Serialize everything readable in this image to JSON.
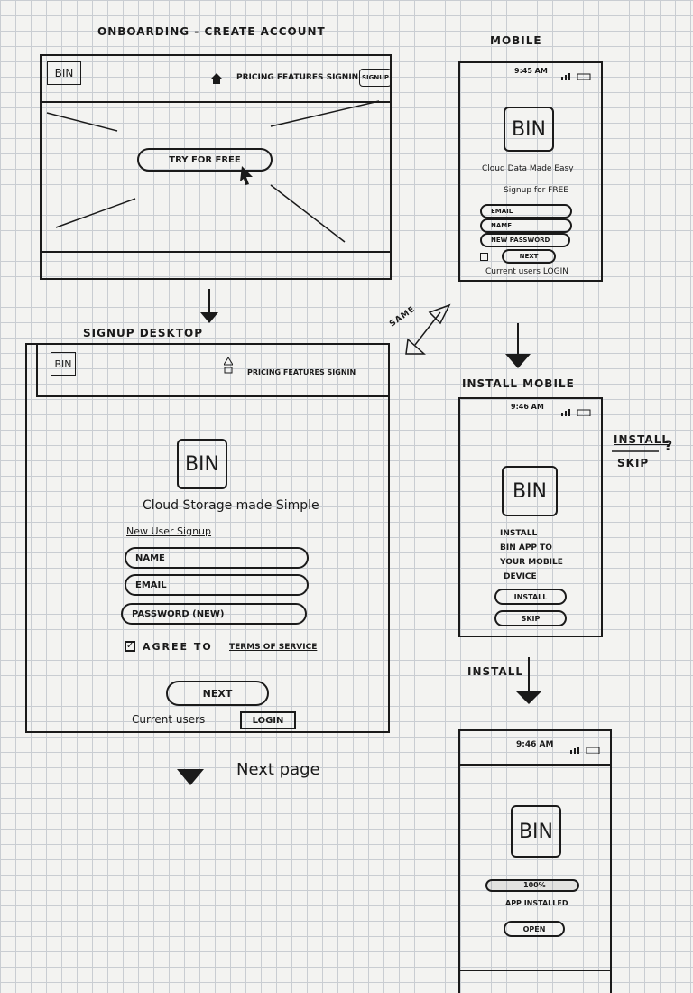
{
  "titles": {
    "main": "ONBOARDING - CREATE ACCOUNT",
    "mobile": "MOBILE",
    "signup_desktop": "SIGNUP DESKTOP",
    "install_mobile": "INSTALL MOBILE",
    "install_arrow": "INSTALL",
    "next_page": "Next page",
    "same": "SAME"
  },
  "landing": {
    "logo": "BIN",
    "nav": "PRICING  FEATURES  SIGNIN",
    "signup_btn": "SIGNUP",
    "cta": "TRY FOR FREE"
  },
  "mobile_signup": {
    "time": "9:45 AM",
    "logo": "BIN",
    "tagline": "Cloud Data Made Easy",
    "signup_heading": "Signup for FREE",
    "fields": [
      "EMAIL",
      "NAME",
      "NEW PASSWORD"
    ],
    "next": "NEXT",
    "footer": "Current users LOGIN"
  },
  "desktop_signup": {
    "logo_small": "BIN",
    "nav": "PRICING  FEATURES  SIGNIN",
    "logo": "BIN",
    "tagline": "Cloud Storage made Simple",
    "heading": "New User Signup",
    "fields": [
      "NAME",
      "EMAIL",
      "PASSWORD (NEW)"
    ],
    "agree_prefix": "AGREE TO",
    "terms": "TERMS OF SERVICE",
    "next": "NEXT",
    "current_users": "Current users",
    "login": "LOGIN"
  },
  "install_mobile": {
    "time": "9:46 AM",
    "logo": "BIN",
    "message": [
      "INSTALL",
      "BIN APP TO",
      "YOUR MOBILE",
      "DEVICE"
    ],
    "install_btn": "INSTALL",
    "skip_btn": "SKIP",
    "note_install": "INSTALL",
    "note_skip": "SKIP",
    "note_mark": "?"
  },
  "installed_mobile": {
    "time": "9:46 AM",
    "logo": "BIN",
    "progress_label": "100%",
    "progress": 1.0,
    "status": "APP INSTALLED",
    "open_btn": "OPEN"
  }
}
